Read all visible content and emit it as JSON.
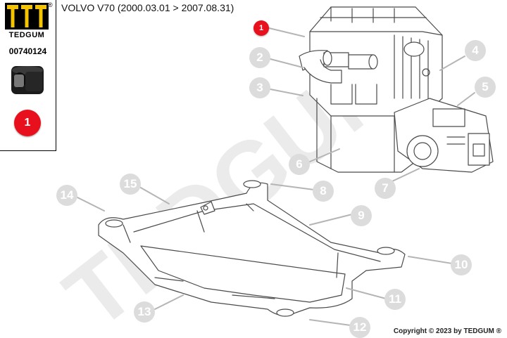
{
  "title": "VOLVO V70 (2000.03.01 > 2007.08.31)",
  "brand": {
    "name": "TEDGUM",
    "registered_mark": "®",
    "watermark_text": "TEDGUM"
  },
  "part": {
    "number": "00740124",
    "highlighted_callout": "1"
  },
  "callouts": [
    {
      "id": "1",
      "label": "1",
      "active": true
    },
    {
      "id": "2",
      "label": "2",
      "active": false
    },
    {
      "id": "3",
      "label": "3",
      "active": false
    },
    {
      "id": "4",
      "label": "4",
      "active": false
    },
    {
      "id": "5",
      "label": "5",
      "active": false
    },
    {
      "id": "6",
      "label": "6",
      "active": false
    },
    {
      "id": "7",
      "label": "7",
      "active": false
    },
    {
      "id": "8",
      "label": "8",
      "active": false
    },
    {
      "id": "9",
      "label": "9",
      "active": false
    },
    {
      "id": "10",
      "label": "10",
      "active": false
    },
    {
      "id": "11",
      "label": "11",
      "active": false
    },
    {
      "id": "12",
      "label": "12",
      "active": false
    },
    {
      "id": "13",
      "label": "13",
      "active": false
    },
    {
      "id": "14",
      "label": "14",
      "active": false
    },
    {
      "id": "15",
      "label": "15",
      "active": false
    }
  ],
  "copyright": "Copyright © 2023 by TEDGUM ®",
  "colors": {
    "accent_red": "#e8101c",
    "callout_grey": "#dcdcdc",
    "logo_yellow": "#f5c400",
    "line_grey": "#4a4a4a"
  }
}
